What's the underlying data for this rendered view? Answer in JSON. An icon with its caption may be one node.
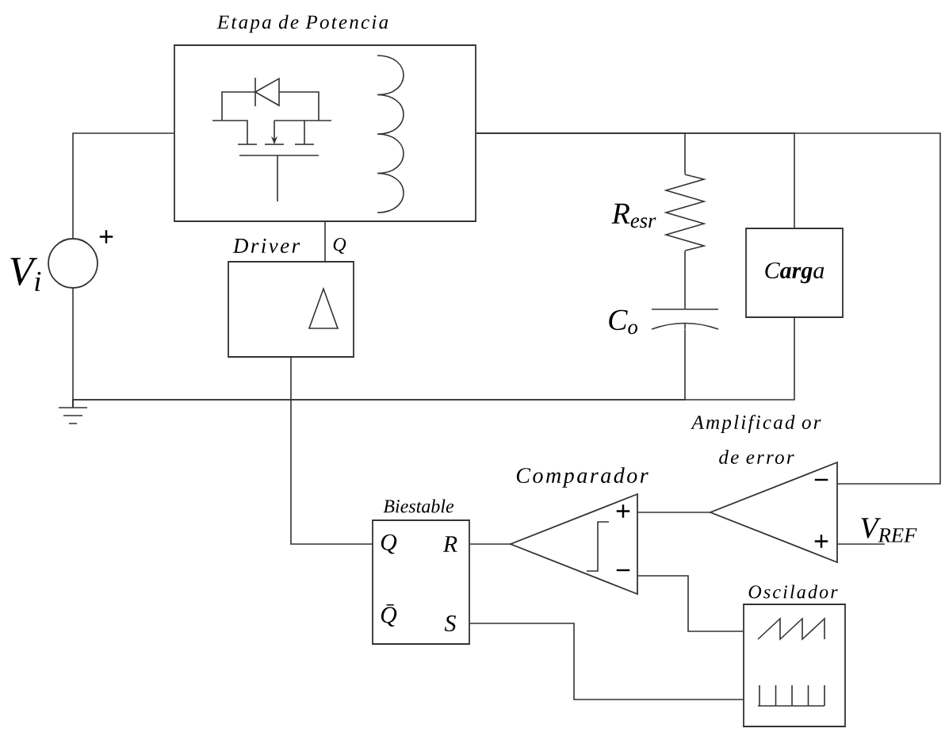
{
  "diagram": {
    "nodes": [
      {
        "text": [
          "Etapa de Potencia"
        ]
      },
      {
        "text": [
          "V$_{i}$"
        ],
        "beside": [
          "+"
        ]
      },
      {
        "text": [
          "R$_{esr}$"
        ]
      },
      {
        "text": [
          "Driver"
        ],
        "beside": [
          "Q"
        ]
      },
      {
        "text": [
          "C**arg**a"
        ]
      },
      {
        "text": [
          "C$_{o}$"
        ]
      },
      {
        "text": [],
        "shape": "ground"
      },
      {
        "text": [
          "Amplificad or de error",
          "−",
          "+"
        ]
      },
      {
        "text": [
          "Comparador",
          "+",
          "−"
        ]
      },
      {
        "text": [
          "Biestable",
          "Q",
          "R",
          "Q̄",
          "S"
        ]
      },
      {
        "text": [
          "V$_{REF}$"
        ]
      },
      {
        "text": [
          "Oscilador"
        ]
      }
    ],
    "edges": [
      {
        "from": 1,
        "to": 0,
        "arrow": "none"
      },
      {
        "from": 0,
        "to": 2,
        "arrow": "none"
      },
      {
        "from": 0,
        "to": 4,
        "arrow": "none"
      },
      {
        "from": 0,
        "to": 7,
        "arrow": "none"
      },
      {
        "from": 2,
        "to": 5,
        "arrow": "none"
      },
      {
        "from": 5,
        "to": 6,
        "arrow": "none"
      },
      {
        "from": 4,
        "to": 6,
        "arrow": "none"
      },
      {
        "from": 1,
        "to": 6,
        "arrow": "none"
      },
      {
        "from": 3,
        "to": 0,
        "arrow": "none"
      },
      {
        "from": 9,
        "to": 3,
        "arrow": "none"
      },
      {
        "from": 8,
        "to": 9,
        "arrow": "none"
      },
      {
        "from": 7,
        "to": 8,
        "arrow": "none"
      },
      {
        "from": 7,
        "to": 10,
        "arrow": "none"
      },
      {
        "from": 11,
        "to": 8,
        "arrow": "none"
      },
      {
        "from": 11,
        "to": 9,
        "arrow": "none"
      }
    ]
  }
}
